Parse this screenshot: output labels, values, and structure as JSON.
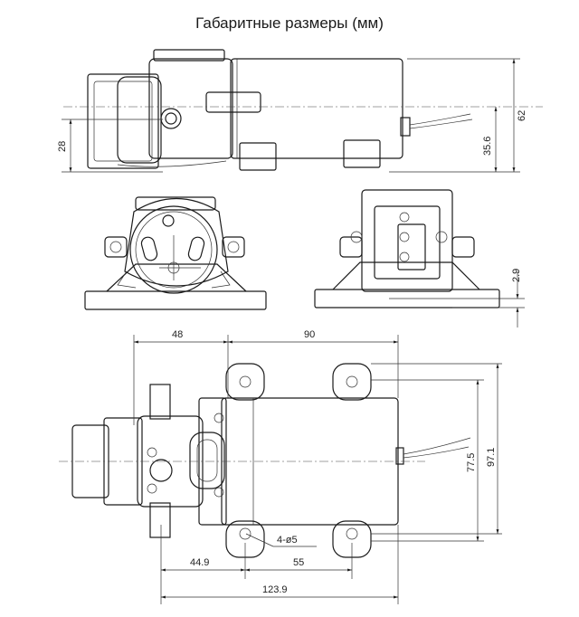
{
  "title": "Габаритные размеры (мм)",
  "dimensions": {
    "side_height_28": "28",
    "side_height_35_6": "35.6",
    "side_height_62": "62",
    "rear_offset_2_9": "2.9",
    "top_width_48": "48",
    "top_width_90": "90",
    "holes_label": "4-ø5",
    "bottom_44_9": "44.9",
    "bottom_55": "55",
    "bottom_123_9": "123.9",
    "right_77_5": "77.5",
    "right_97_1": "97.1"
  }
}
